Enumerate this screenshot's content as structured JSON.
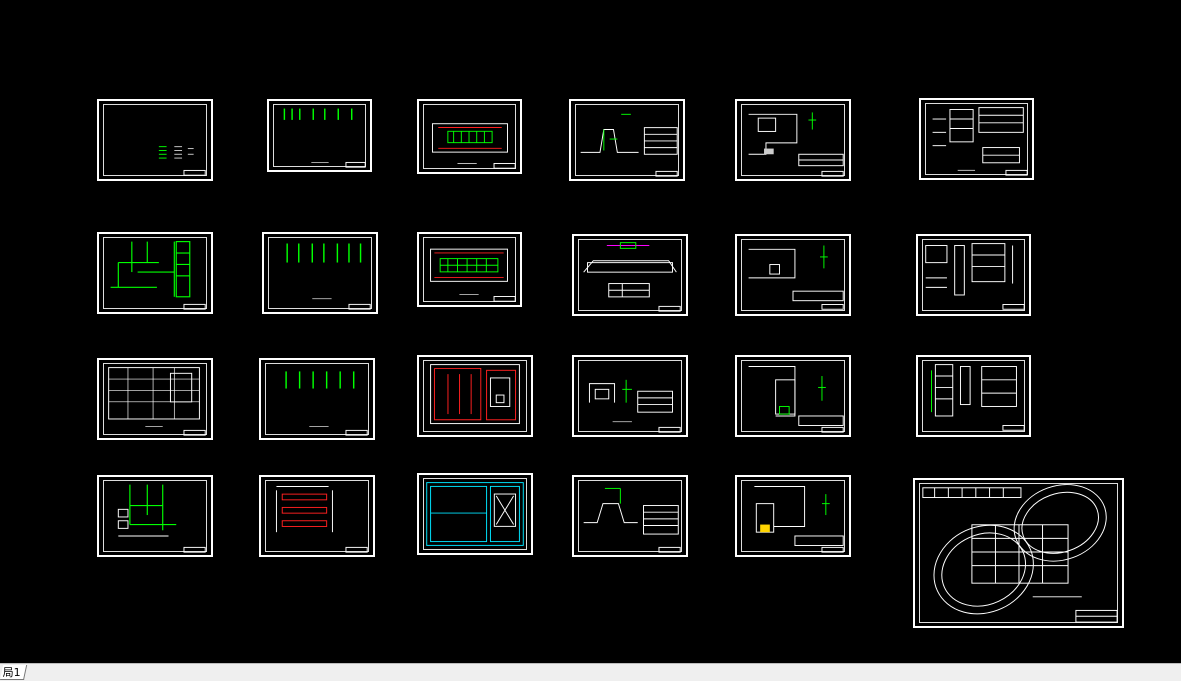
{
  "colors": {
    "background": "#000000",
    "sheet_border": "#ffffff",
    "green": "#00ff00",
    "red": "#ff2020",
    "cyan": "#00e5ff",
    "magenta": "#ff00ff",
    "statusbar": "#efefef"
  },
  "layout_tab": {
    "label": "局1"
  },
  "sheets": [
    {
      "id": 1,
      "kind": "text-list"
    },
    {
      "id": 2,
      "kind": "green-risers"
    },
    {
      "id": 3,
      "kind": "red-green-plan"
    },
    {
      "id": 4,
      "kind": "section-table"
    },
    {
      "id": 5,
      "kind": "room-plan"
    },
    {
      "id": 6,
      "kind": "schematic"
    },
    {
      "id": 7,
      "kind": "green-tree"
    },
    {
      "id": 8,
      "kind": "green-risers"
    },
    {
      "id": 9,
      "kind": "red-green-plan"
    },
    {
      "id": 10,
      "kind": "section-table"
    },
    {
      "id": 11,
      "kind": "room-plan"
    },
    {
      "id": 12,
      "kind": "schematic"
    },
    {
      "id": 13,
      "kind": "grid-plan"
    },
    {
      "id": 14,
      "kind": "green-risers"
    },
    {
      "id": 15,
      "kind": "red-plan"
    },
    {
      "id": 16,
      "kind": "section-table"
    },
    {
      "id": 17,
      "kind": "room-plan"
    },
    {
      "id": 18,
      "kind": "schematic"
    },
    {
      "id": 19,
      "kind": "green-tree"
    },
    {
      "id": 20,
      "kind": "red-rows"
    },
    {
      "id": 21,
      "kind": "cyan-plan"
    },
    {
      "id": 22,
      "kind": "section-table"
    },
    {
      "id": 23,
      "kind": "room-plan"
    },
    {
      "id": 24,
      "kind": "oval-site"
    }
  ]
}
